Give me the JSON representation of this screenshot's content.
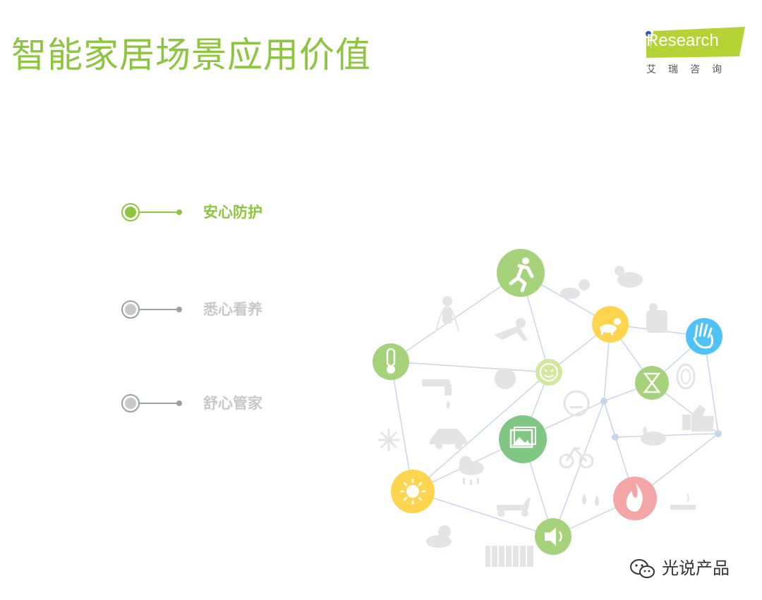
{
  "page": {
    "title": "智能家居场景应用价值"
  },
  "brand": {
    "name_part": "Research",
    "name_prefix": "i",
    "subtitle": "艾瑞咨询",
    "accent": "#8cc63f",
    "badge_color": "#b5d335"
  },
  "menu": {
    "items": [
      {
        "label": "安心防护",
        "active": true
      },
      {
        "label": "悉心看养",
        "active": false
      },
      {
        "label": "舒心管家",
        "active": false
      }
    ]
  },
  "watermark": {
    "text": "光说产品"
  },
  "icons": {
    "colored": [
      "running-icon",
      "thermometer-icon",
      "dog-icon",
      "hand-wave-icon",
      "hourglass-icon",
      "smiley-icon",
      "picture-icon",
      "sun-icon",
      "fire-icon",
      "speaker-icon"
    ],
    "faded": [
      "jump-rope-icon",
      "crawling-person-icon",
      "baby-crawl-icon",
      "cat-icon",
      "touch-icon",
      "faucet-icon",
      "sad-face-icon",
      "neutral-face-icon",
      "fingerprint-icon",
      "thumbs-up-icon",
      "snowflake-icon",
      "car-icon",
      "bicycle-icon",
      "plant-hand-icon",
      "rain-cloud-icon",
      "water-drops-icon",
      "scooter-icon",
      "smoking-icon",
      "sun-cloud-icon",
      "piano-icon"
    ]
  }
}
